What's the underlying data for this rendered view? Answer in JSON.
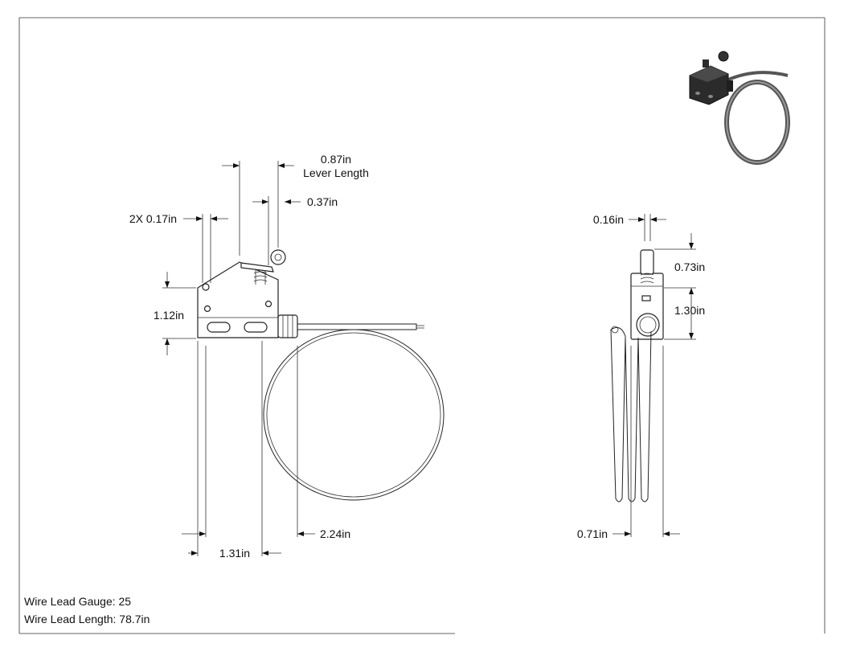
{
  "dimensions": {
    "lever_length_value": "0.87in",
    "lever_length_label": "Lever Length",
    "roller_offset": "0.37in",
    "hole_diameter": "2X 0.17in",
    "body_height": "1.12in",
    "body_length": "1.31in",
    "wire_loop_width": "2.24in",
    "side_lever_width": "0.16in",
    "side_lever_height": "0.73in",
    "side_body_height": "1.30in",
    "side_body_width": "0.71in"
  },
  "notes": {
    "wire_gauge": "Wire Lead Gauge: 25",
    "wire_length": "Wire Lead Length: 78.7in"
  }
}
